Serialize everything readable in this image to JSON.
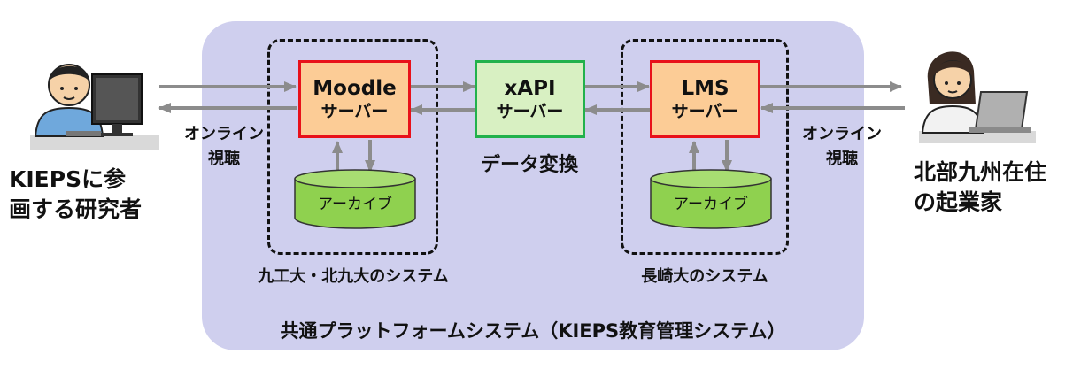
{
  "left_user": {
    "caption_line1": "KIEPSに参",
    "caption_line2": "画する研究者",
    "icon": "researcher-at-computer-icon"
  },
  "right_user": {
    "caption_line1": "北部九州在住",
    "caption_line2": "の起業家",
    "icon": "entrepreneur-with-laptop-icon"
  },
  "left_link": {
    "line1": "オンライン",
    "line2": "視聴"
  },
  "right_link": {
    "line1": "オンライン",
    "line2": "視聴"
  },
  "moodle": {
    "name": "Moodle",
    "sub": "サーバー",
    "archive": "アーカイブ"
  },
  "xapi": {
    "name": "xAPI",
    "sub": "サーバー",
    "caption": "データ変換"
  },
  "lms": {
    "name": "LMS",
    "sub": "サーバー",
    "archive": "アーカイブ"
  },
  "kyutech_system_label": "九工大・北九大のシステム",
  "nagasaki_system_label": "長崎大のシステム",
  "platform_label": "共通プラットフォームシステム（KIEPS教育管理システム）",
  "colors": {
    "platform": "#cfcfee",
    "server_fill": "#fccc96",
    "server_border": "#e8111a",
    "xapi_fill": "#d8f0c2",
    "xapi_border": "#22b14c",
    "archive": "#8fd14f",
    "arrow": "#8c8c8c"
  }
}
